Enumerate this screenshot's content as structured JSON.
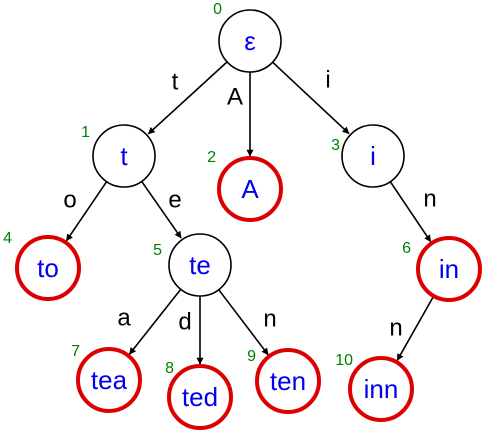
{
  "trie": {
    "colors": {
      "node_label": "#0000ee",
      "node_id": "#008000",
      "inner_stroke": "#000000",
      "terminal_stroke": "#dd0000",
      "edge": "#000000",
      "edge_label": "#000000"
    },
    "nodes": [
      {
        "id": "0",
        "label": "ε",
        "terminal": false
      },
      {
        "id": "1",
        "label": "t",
        "terminal": false
      },
      {
        "id": "2",
        "label": "A",
        "terminal": true
      },
      {
        "id": "3",
        "label": "i",
        "terminal": false
      },
      {
        "id": "4",
        "label": "to",
        "terminal": true
      },
      {
        "id": "5",
        "label": "te",
        "terminal": false
      },
      {
        "id": "6",
        "label": "in",
        "terminal": true
      },
      {
        "id": "7",
        "label": "tea",
        "terminal": true
      },
      {
        "id": "8",
        "label": "ted",
        "terminal": true
      },
      {
        "id": "9",
        "label": "ten",
        "terminal": true
      },
      {
        "id": "10",
        "label": "inn",
        "terminal": true
      }
    ],
    "edges": [
      {
        "from": "0",
        "to": "1",
        "label": "t"
      },
      {
        "from": "0",
        "to": "2",
        "label": "A"
      },
      {
        "from": "0",
        "to": "3",
        "label": "i"
      },
      {
        "from": "1",
        "to": "4",
        "label": "o"
      },
      {
        "from": "1",
        "to": "5",
        "label": "e"
      },
      {
        "from": "3",
        "to": "6",
        "label": "n"
      },
      {
        "from": "5",
        "to": "7",
        "label": "a"
      },
      {
        "from": "5",
        "to": "8",
        "label": "d"
      },
      {
        "from": "5",
        "to": "9",
        "label": "n"
      },
      {
        "from": "6",
        "to": "10",
        "label": "n"
      }
    ]
  }
}
